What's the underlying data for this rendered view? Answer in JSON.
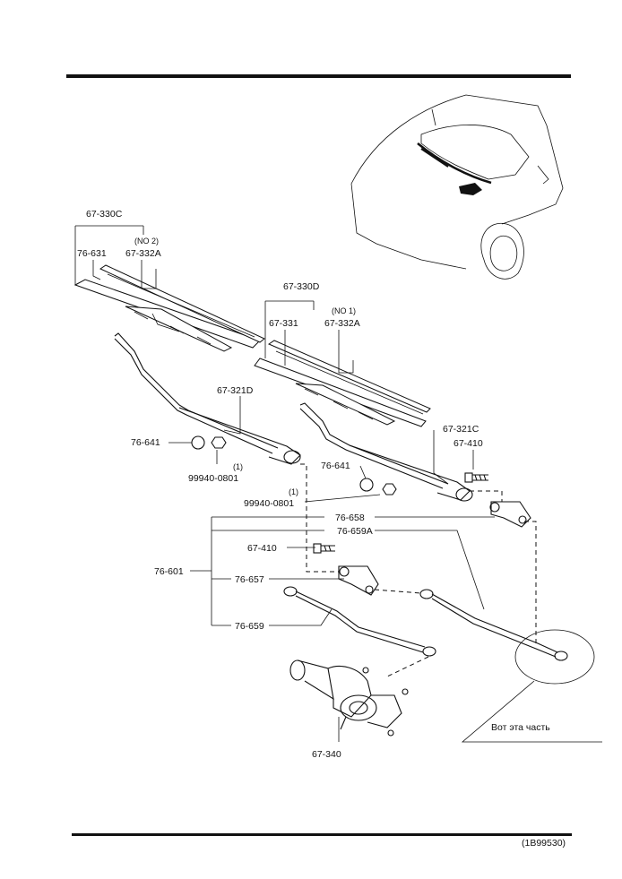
{
  "diagram": {
    "doc_code": "(1B99530)",
    "callout_note": "Вот эта часть",
    "parts": {
      "blade_assy_driver": "67-330C",
      "blade_rubber_driver": "76-631",
      "refill_driver_qty": "(NO 2)",
      "refill_driver": "67-332A",
      "blade_assy_pass": "67-330D",
      "blade_rubber_pass": "67-331",
      "refill_pass_qty": "(NO 1)",
      "refill_pass": "67-332A",
      "arm_driver": "67-321D",
      "arm_pass": "67-321C",
      "bolt_upper": "67-410",
      "cap_left": "76-641",
      "nut_left": "99940-0801",
      "qty_left": "(1)",
      "cap_right": "76-641",
      "qty_right": "(1)",
      "nut_right": "99940-0801",
      "pivot_right": "76-658",
      "link_long": "76-659A",
      "bolt_mid": "67-410",
      "linkage_assy": "76-601",
      "pivot_left": "76-657",
      "link_short": "76-659",
      "motor": "67-340"
    }
  }
}
